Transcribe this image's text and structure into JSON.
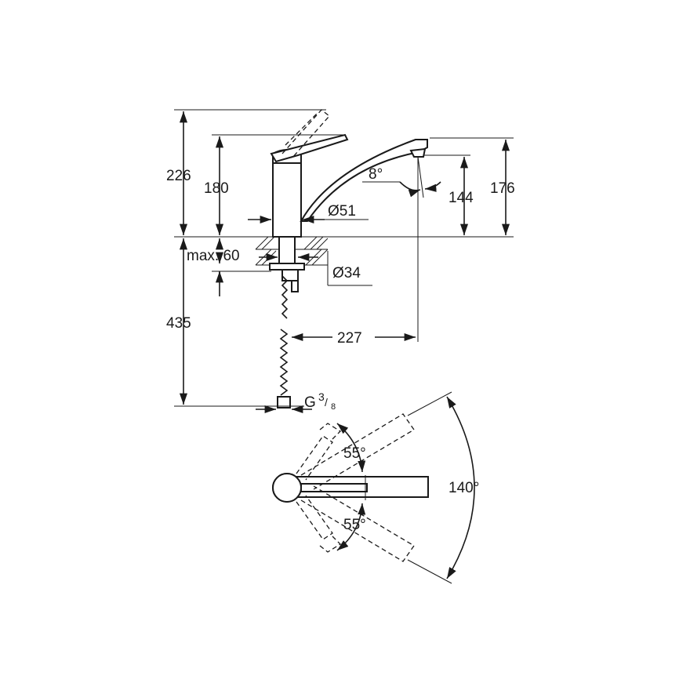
{
  "side_view": {
    "dim_total_height": "226",
    "dim_body_height": "180",
    "dim_spout_height_outer": "176",
    "dim_spout_height_inner": "144",
    "dim_spout_angle": "8°",
    "dim_body_diameter": "Ø51",
    "dim_max_thickness": "max. 60",
    "dim_hole_diameter": "Ø34",
    "dim_hose_length": "435",
    "dim_spout_reach": "227",
    "connection_label": "G",
    "connection_num": "3",
    "connection_den": "8"
  },
  "top_view": {
    "angle_upper": "55°",
    "angle_lower": "55°",
    "angle_total": "140°"
  },
  "colors": {
    "line": "#1a1a1a",
    "background": "#ffffff"
  }
}
